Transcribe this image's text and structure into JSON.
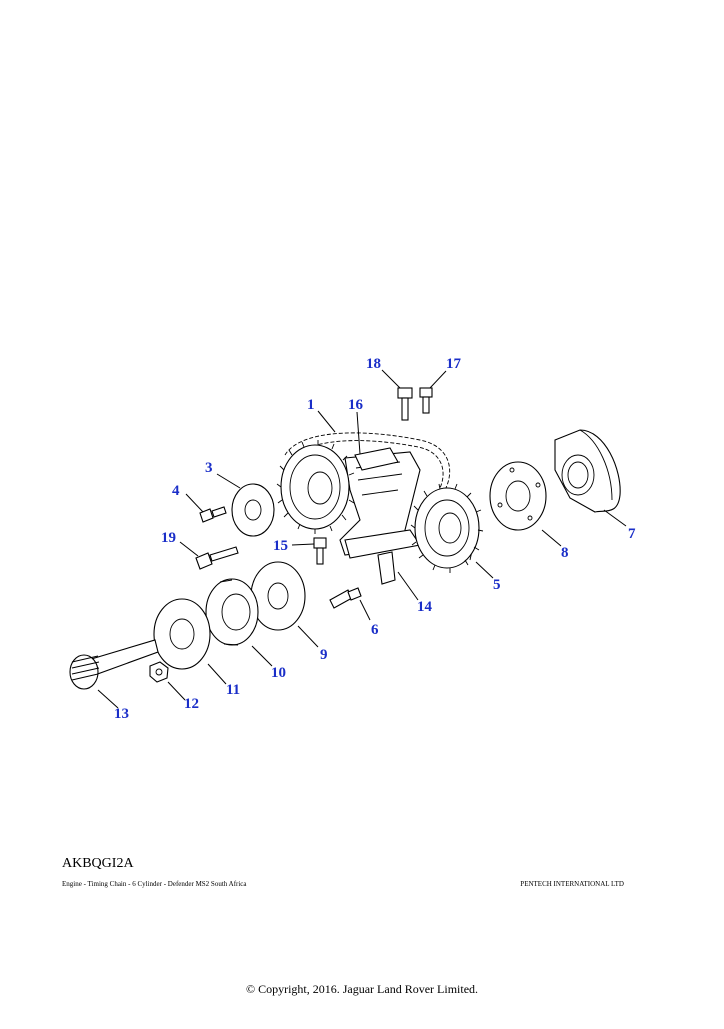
{
  "diagram": {
    "callouts": {
      "p1": "1",
      "p2": "3",
      "p3": "4",
      "p4": "5",
      "p5": "6",
      "p6": "7",
      "p7": "8",
      "p8": "9",
      "p9": "10",
      "p10": "11",
      "p11": "12",
      "p12": "13",
      "p13": "14",
      "p14": "15",
      "p15": "16",
      "p16": "17",
      "p17": "18",
      "p18": "19"
    },
    "callout_color": "#1a2ec8"
  },
  "footer": {
    "illustration_code": "AKBQGI2A",
    "description": "Engine - Timing Chain - 6 Cylinder - Defender MS2 South Africa",
    "supplier": "PENTECH INTERNATIONAL LTD",
    "copyright": "© Copyright, 2016. Jaguar Land Rover Limited."
  }
}
